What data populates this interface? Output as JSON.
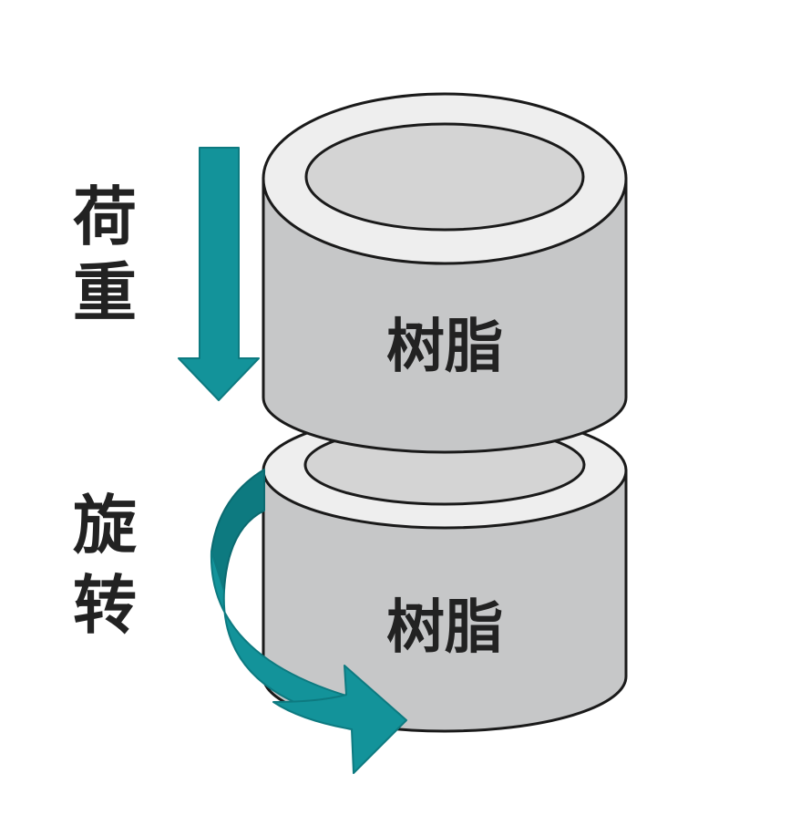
{
  "labels": {
    "load": [
      "荷",
      "重"
    ],
    "rotation": [
      "旋",
      "转"
    ]
  },
  "cylinders": {
    "upper_label": "树脂",
    "lower_label": "树脂"
  },
  "colors": {
    "arrow": "#13939A",
    "arrow_dark": "#0D7A80",
    "cylinder_side": "#C6C7C8",
    "cylinder_top": "#EEEEEE",
    "cylinder_hole": "#D4D4D4",
    "outline": "#1A1A1A",
    "text": "#222222"
  }
}
